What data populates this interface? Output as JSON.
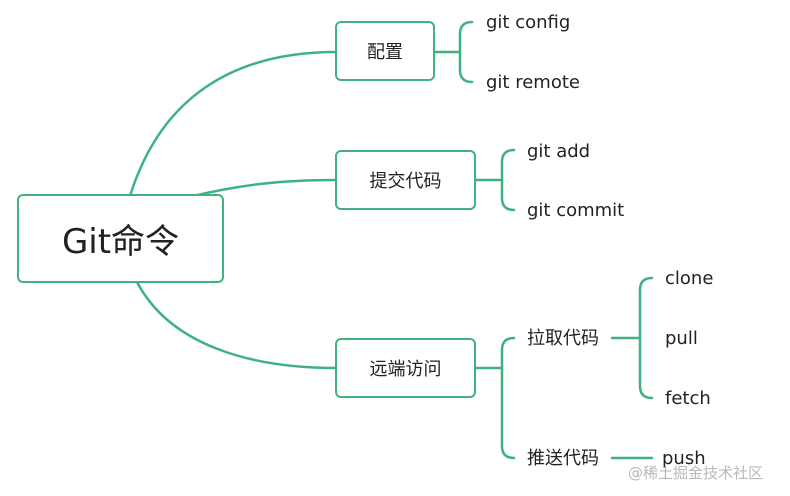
{
  "root": {
    "label": "Git命令"
  },
  "branches": [
    {
      "label": "配置",
      "children": [
        "git config",
        "git remote"
      ]
    },
    {
      "label": "提交代码",
      "children": [
        "git add",
        "git commit"
      ]
    },
    {
      "label": "远端访问",
      "children": [
        {
          "label": "拉取代码",
          "children": [
            "clone",
            "pull",
            "fetch"
          ]
        },
        {
          "label": "推送代码",
          "children": [
            "push"
          ]
        }
      ]
    }
  ],
  "watermark": "@稀土掘金技术社区",
  "colors": {
    "connector": "#3fb27f",
    "node_border": "#3fb27f",
    "text": "#222222",
    "watermark": "#b9b9b9"
  }
}
